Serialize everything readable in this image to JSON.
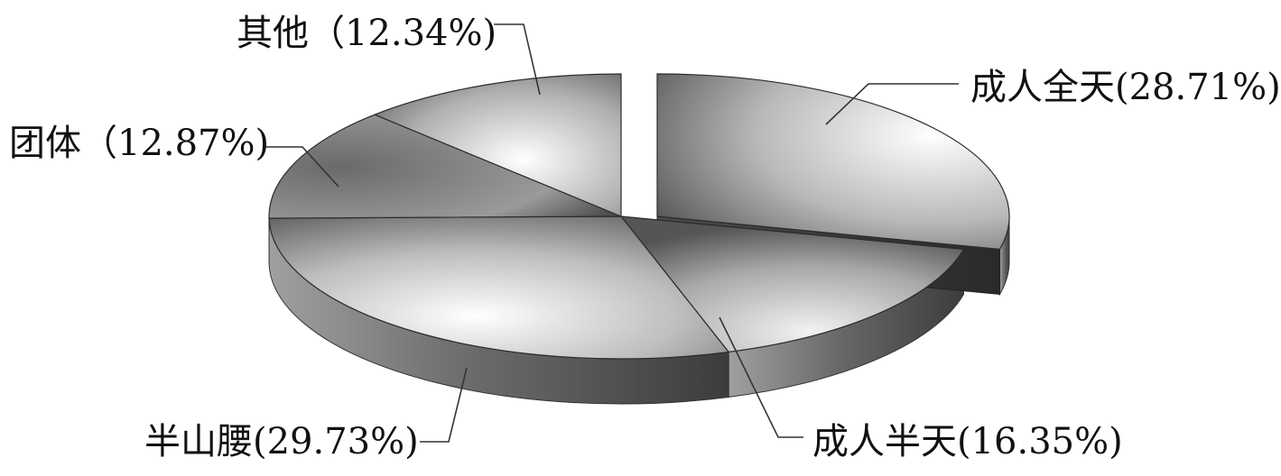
{
  "chart_data": {
    "type": "pie",
    "style": "3d-exploded",
    "slices": [
      {
        "name": "成人全天",
        "value": 28.71,
        "label": "成人全天(28.71%)",
        "exploded": true
      },
      {
        "name": "成人半天",
        "value": 16.35,
        "label": "成人半天(16.35%)"
      },
      {
        "name": "半山腰",
        "value": 29.73,
        "label": "半山腰(29.73%)"
      },
      {
        "name": "团体",
        "value": 12.87,
        "label": "团体（12.87%)"
      },
      {
        "name": "其他",
        "value": 12.34,
        "label": "其他（12.34%)"
      }
    ],
    "title": "",
    "legend": "none"
  }
}
